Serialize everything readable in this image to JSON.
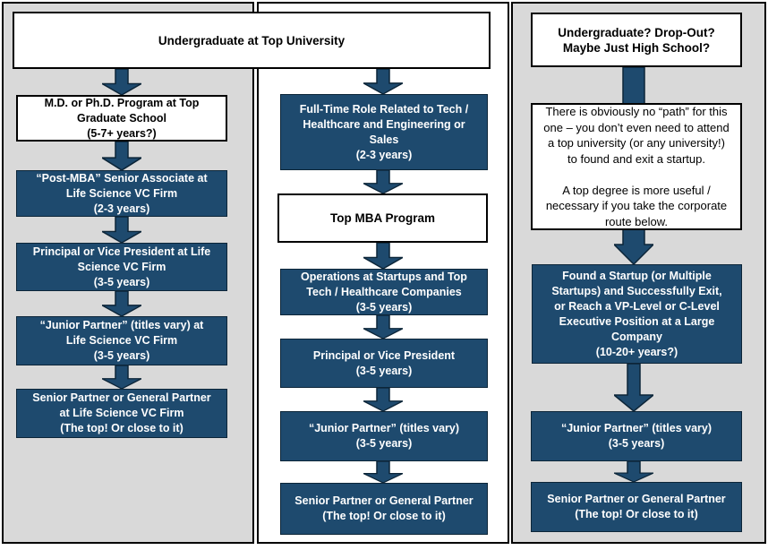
{
  "colors": {
    "box_navy": "#1e4a6e",
    "panel_gray": "#d9d9d9",
    "border_black": "#000000",
    "box_text_white": "#ffffff",
    "box_text_black": "#000000"
  },
  "icons": {
    "down_arrow": "block-arrow-down"
  },
  "title_box": {
    "text": "Undergraduate at Top University"
  },
  "left_path": {
    "boxes": [
      {
        "text": "M.D. or Ph.D. Program at Top\nGraduate School\n(5-7+ years?)"
      },
      {
        "text": "“Post-MBA” Senior Associate at\nLife Science VC Firm\n(2-3 years)"
      },
      {
        "text": "Principal or Vice President at Life\nScience VC Firm\n(3-5 years)"
      },
      {
        "text": "“Junior Partner” (titles vary) at\nLife Science VC Firm\n(3-5 years)"
      },
      {
        "text": "Senior Partner or General Partner\nat Life Science VC Firm\n(The top! Or close to it)"
      }
    ]
  },
  "middle_path": {
    "boxes": [
      {
        "text": "Full-Time Role Related to Tech /\nHealthcare and Engineering or\nSales\n(2-3 years)"
      },
      {
        "text": "Top MBA Program"
      },
      {
        "text": "Operations at Startups and Top\nTech / Healthcare Companies\n(3-5 years)"
      },
      {
        "text": "Principal or Vice President\n(3-5 years)"
      },
      {
        "text": "“Junior Partner” (titles vary)\n(3-5 years)"
      },
      {
        "text": "Senior Partner or General Partner\n(The top! Or close to it)"
      }
    ]
  },
  "right_path": {
    "boxes": [
      {
        "text": "Undergraduate? Drop-Out?\nMaybe Just High School?"
      },
      {
        "text": "There is obviously no “path” for this\none – you don’t even need to attend\na top university (or any university!)\nto found and exit a startup.\n\nA top degree is more useful /\nnecessary if you take the corporate\nroute below."
      },
      {
        "text": "Found a Startup (or Multiple\nStartups) and Successfully Exit,\nor Reach a VP-Level or C-Level\nExecutive Position at a Large\nCompany\n(10-20+ years?)"
      },
      {
        "text": "“Junior Partner” (titles vary)\n(3-5 years)"
      },
      {
        "text": "Senior Partner or General Partner\n(The top! Or close to it)"
      }
    ]
  }
}
